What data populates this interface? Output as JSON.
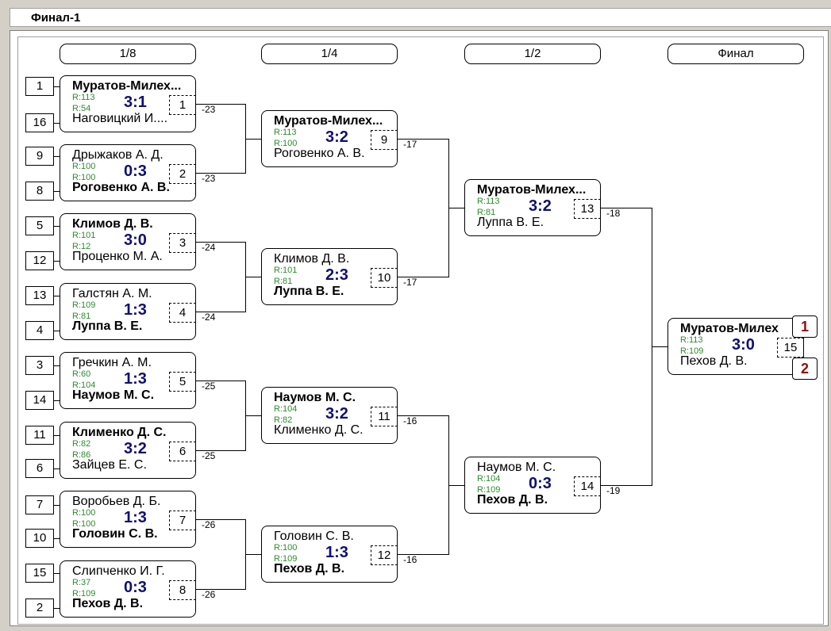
{
  "title": "Финал-1",
  "rounds": [
    "1/8",
    "1/4",
    "1/2",
    "Финал"
  ],
  "seeds": [
    "1",
    "16",
    "9",
    "8",
    "5",
    "12",
    "13",
    "4",
    "3",
    "14",
    "11",
    "6",
    "7",
    "10",
    "15",
    "2"
  ],
  "matches": [
    {
      "p1": "Муратов-Милех...",
      "p2": "Наговицкий И....",
      "r1": "R:113",
      "r2": "R:54",
      "score": "3:1",
      "no": "1",
      "loser": "-23",
      "winner": 1
    },
    {
      "p1": "Дрыжаков А. Д.",
      "p2": "Роговенко А. В.",
      "r1": "R:100",
      "r2": "R:100",
      "score": "0:3",
      "no": "2",
      "loser": "-23",
      "winner": 2
    },
    {
      "p1": "Климов Д. В.",
      "p2": "Проценко М. А.",
      "r1": "R:101",
      "r2": "R:12",
      "score": "3:0",
      "no": "3",
      "loser": "-24",
      "winner": 1
    },
    {
      "p1": "Галстян А. М.",
      "p2": "Луппа В. Е.",
      "r1": "R:109",
      "r2": "R:81",
      "score": "1:3",
      "no": "4",
      "loser": "-24",
      "winner": 2
    },
    {
      "p1": "Гречкин А. М.",
      "p2": "Наумов М. С.",
      "r1": "R:60",
      "r2": "R:104",
      "score": "1:3",
      "no": "5",
      "loser": "-25",
      "winner": 2
    },
    {
      "p1": "Клименко Д. С.",
      "p2": "Зайцев Е. С.",
      "r1": "R:82",
      "r2": "R:86",
      "score": "3:2",
      "no": "6",
      "loser": "-25",
      "winner": 1
    },
    {
      "p1": "Воробьев Д. Б.",
      "p2": "Головин С. В.",
      "r1": "R:100",
      "r2": "R:100",
      "score": "1:3",
      "no": "7",
      "loser": "-26",
      "winner": 2
    },
    {
      "p1": "Слипченко И. Г.",
      "p2": "Пехов Д. В.",
      "r1": "R:37",
      "r2": "R:109",
      "score": "0:3",
      "no": "8",
      "loser": "-26",
      "winner": 2
    },
    {
      "p1": "Муратов-Милех...",
      "p2": "Роговенко А. В.",
      "r1": "R:113",
      "r2": "R:100",
      "score": "3:2",
      "no": "9",
      "loser": "-17",
      "winner": 1
    },
    {
      "p1": "Климов Д. В.",
      "p2": "Луппа В. Е.",
      "r1": "R:101",
      "r2": "R:81",
      "score": "2:3",
      "no": "10",
      "loser": "-17",
      "winner": 2
    },
    {
      "p1": "Наумов М. С.",
      "p2": "Клименко Д. С.",
      "r1": "R:104",
      "r2": "R:82",
      "score": "3:2",
      "no": "11",
      "loser": "-16",
      "winner": 1
    },
    {
      "p1": "Головин С. В.",
      "p2": "Пехов Д. В.",
      "r1": "R:100",
      "r2": "R:109",
      "score": "1:3",
      "no": "12",
      "loser": "-16",
      "winner": 2
    },
    {
      "p1": "Муратов-Милех...",
      "p2": "Луппа В. Е.",
      "r1": "R:113",
      "r2": "R:81",
      "score": "3:2",
      "no": "13",
      "loser": "-18",
      "winner": 1
    },
    {
      "p1": "Наумов М. С.",
      "p2": "Пехов Д. В.",
      "r1": "R:104",
      "r2": "R:109",
      "score": "0:3",
      "no": "14",
      "loser": "-19",
      "winner": 2
    },
    {
      "p1": "Муратов-Милех",
      "p2": "Пехов Д. В.",
      "r1": "R:113",
      "r2": "R:109",
      "score": "3:0",
      "no": "15",
      "loser": "",
      "winner": 1
    }
  ],
  "places": [
    "1",
    "2"
  ]
}
